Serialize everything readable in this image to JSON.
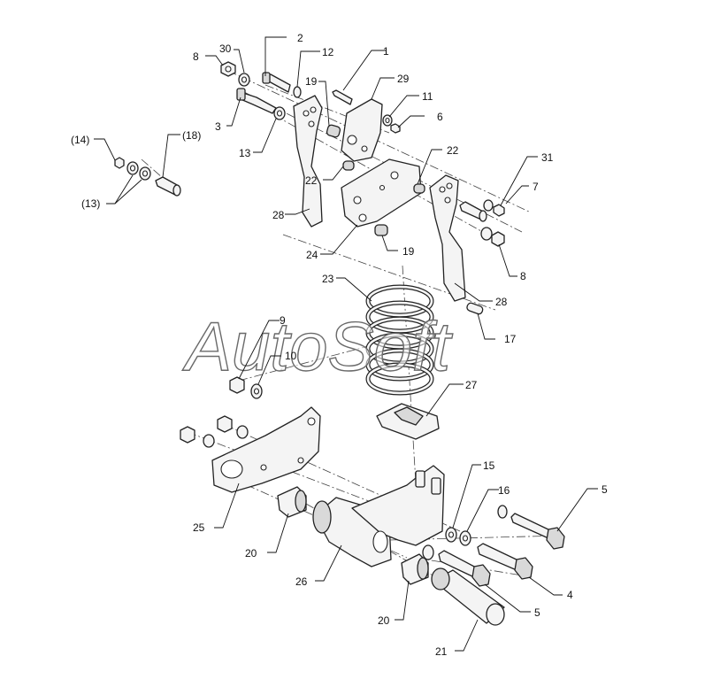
{
  "watermark": "AutoSoft",
  "callouts": [
    {
      "id": "c-2",
      "text": "2"
    },
    {
      "id": "c-30",
      "text": "30"
    },
    {
      "id": "c-8a",
      "text": "8"
    },
    {
      "id": "c-12",
      "text": "12"
    },
    {
      "id": "c-1",
      "text": "1"
    },
    {
      "id": "c-3",
      "text": "3"
    },
    {
      "id": "c-19a",
      "text": "19"
    },
    {
      "id": "c-29",
      "text": "29"
    },
    {
      "id": "c-11",
      "text": "11"
    },
    {
      "id": "c-6",
      "text": "6"
    },
    {
      "id": "c-14",
      "text": "(14)"
    },
    {
      "id": "c-18",
      "text": "(18)"
    },
    {
      "id": "c-13a",
      "text": "13"
    },
    {
      "id": "c-22a",
      "text": "22"
    },
    {
      "id": "c-22b",
      "text": "22"
    },
    {
      "id": "c-31",
      "text": "31"
    },
    {
      "id": "c-7",
      "text": "7"
    },
    {
      "id": "c-13b",
      "text": "(13)"
    },
    {
      "id": "c-28a",
      "text": "28"
    },
    {
      "id": "c-24",
      "text": "24"
    },
    {
      "id": "c-19b",
      "text": "19"
    },
    {
      "id": "c-8b",
      "text": "8"
    },
    {
      "id": "c-23",
      "text": "23"
    },
    {
      "id": "c-28b",
      "text": "28"
    },
    {
      "id": "c-9",
      "text": "9"
    },
    {
      "id": "c-17",
      "text": "17"
    },
    {
      "id": "c-10",
      "text": "10"
    },
    {
      "id": "c-27",
      "text": "27"
    },
    {
      "id": "c-15",
      "text": "15"
    },
    {
      "id": "c-16",
      "text": "16"
    },
    {
      "id": "c-5a",
      "text": "5"
    },
    {
      "id": "c-25",
      "text": "25"
    },
    {
      "id": "c-20a",
      "text": "20"
    },
    {
      "id": "c-26",
      "text": "26"
    },
    {
      "id": "c-4",
      "text": "4"
    },
    {
      "id": "c-5b",
      "text": "5"
    },
    {
      "id": "c-20b",
      "text": "20"
    },
    {
      "id": "c-21",
      "text": "21"
    }
  ]
}
